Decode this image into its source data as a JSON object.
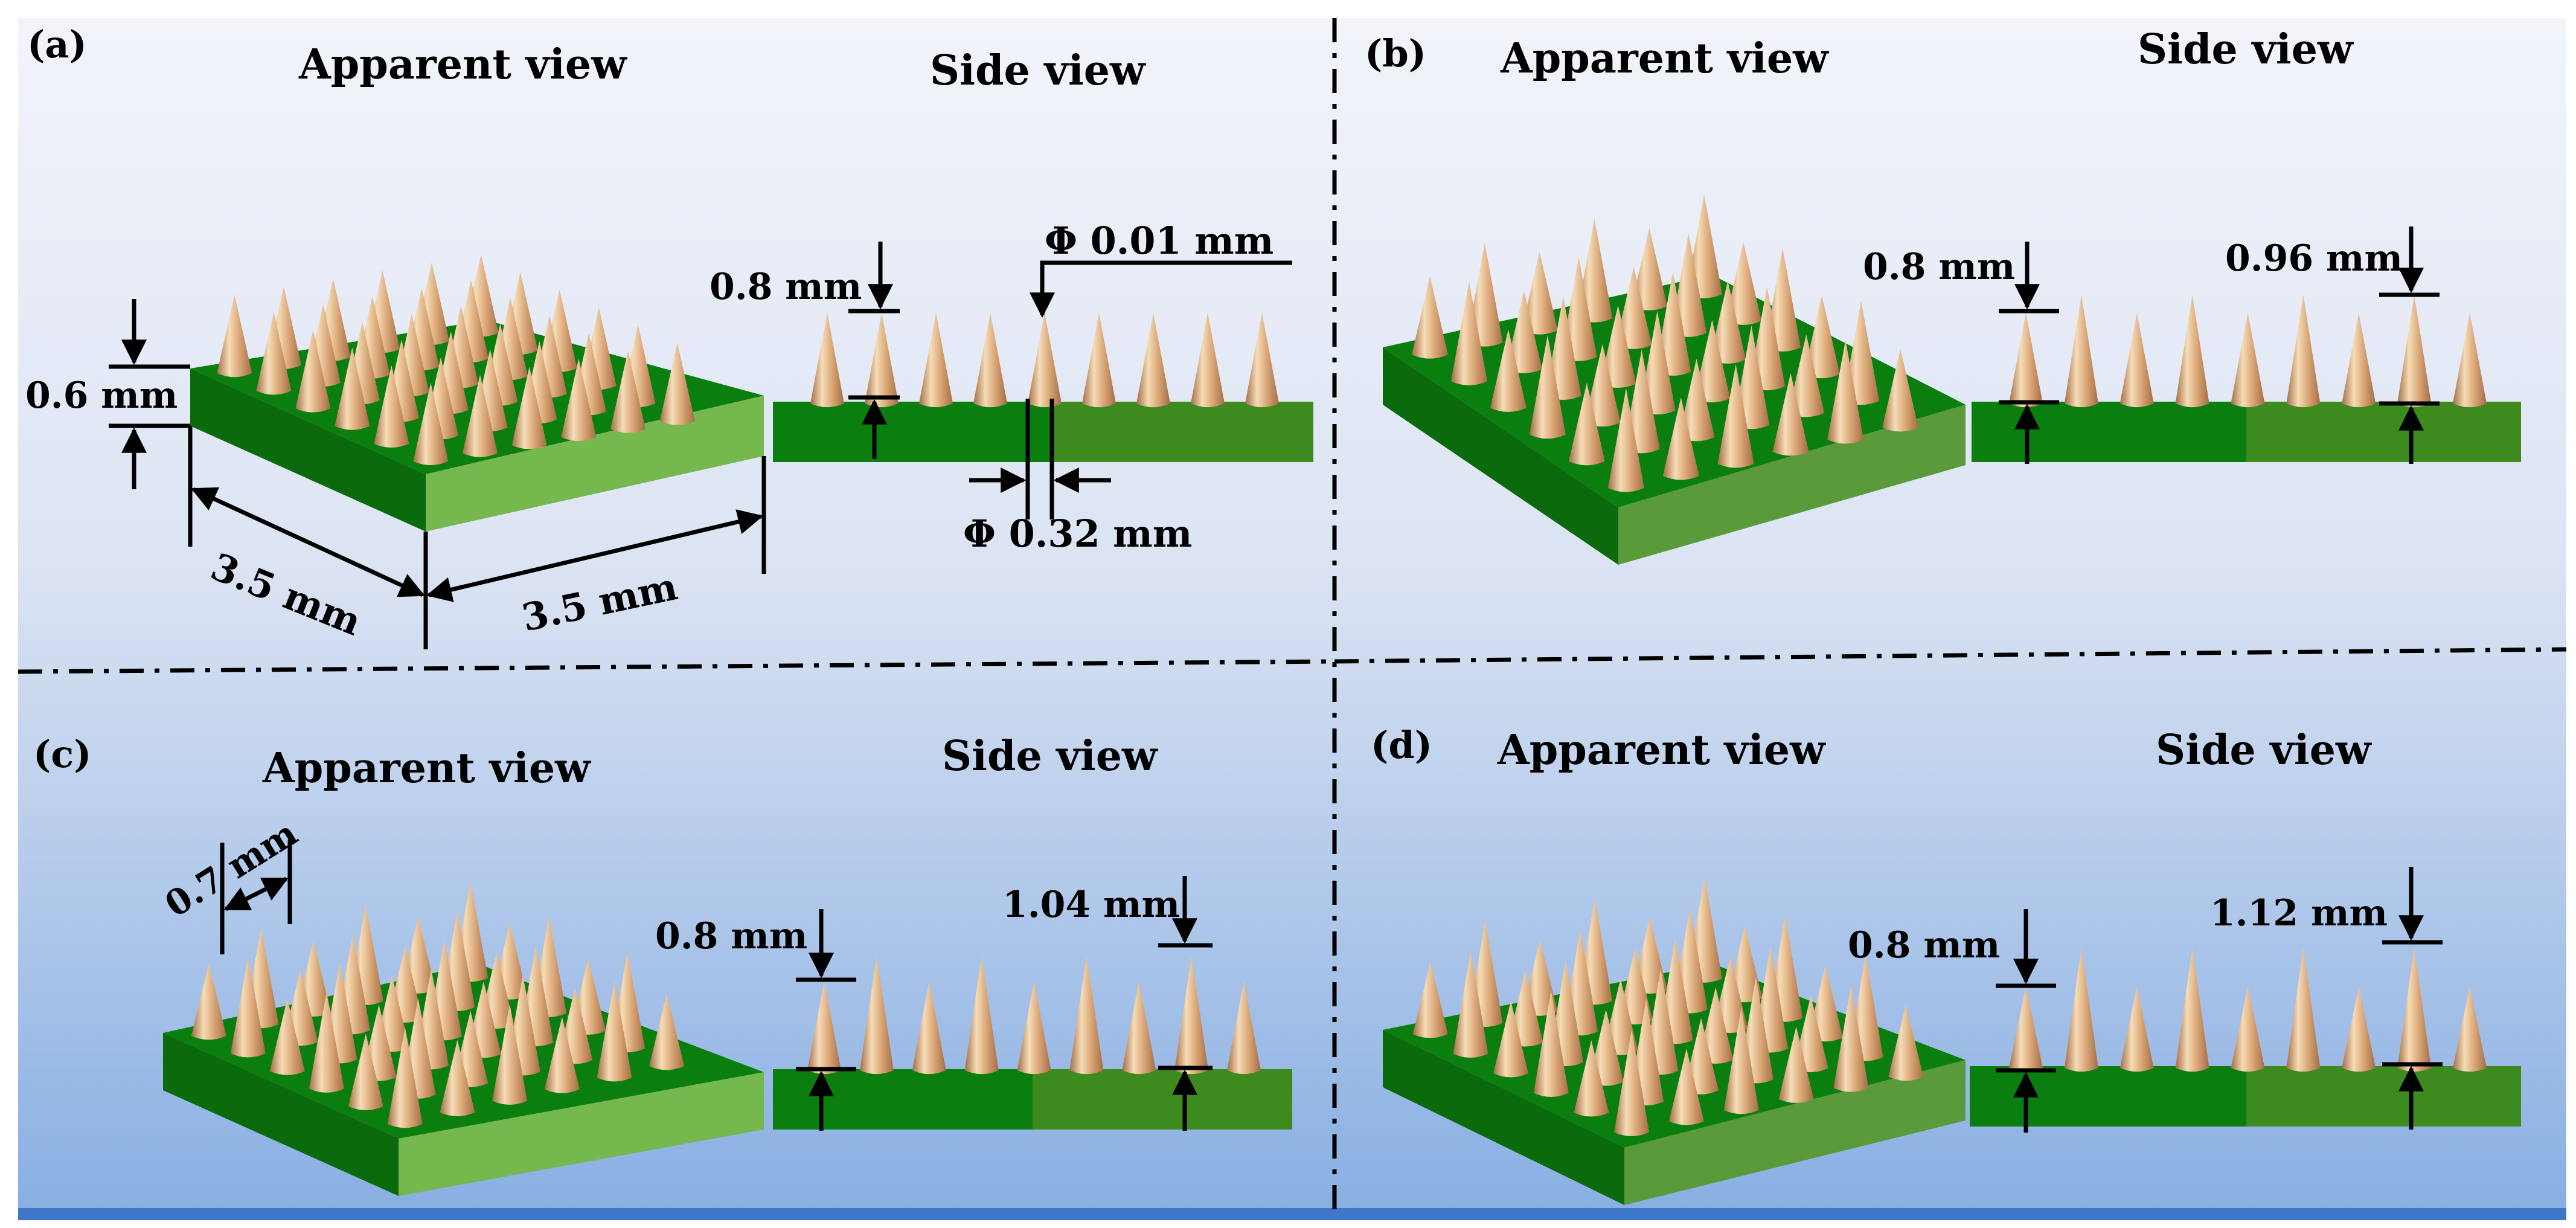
{
  "colors": {
    "bg_top": "#f2f4fa",
    "bg_bottom": "#87aee2",
    "base_top": "#0a7f10",
    "base_front": "#74b84e",
    "base_side": "#0b6a0b",
    "base_side_dark": "#3d8b1f",
    "needle_light": "#f6dcb6",
    "needle_mid": "#d9a575",
    "needle_dark": "#a26d45"
  },
  "panels": [
    {
      "id": "a",
      "label": "(a)",
      "apparent_title": "Apparent view",
      "side_title": "Side view",
      "base_thickness": "0.6 mm",
      "base_width": "3.5 mm",
      "base_depth": "3.5 mm",
      "needle_height": "0.8 mm",
      "tip_diameter": "Φ 0.01 mm",
      "base_diameter": "Φ 0.32 mm"
    },
    {
      "id": "b",
      "label": "(b)",
      "apparent_title": "Apparent view",
      "side_title": "Side view",
      "short_height": "0.8 mm",
      "tall_height": "0.96 mm"
    },
    {
      "id": "c",
      "label": "(c)",
      "apparent_title": "Apparent view",
      "side_title": "Side view",
      "spacing": "0.7 mm",
      "short_height": "0.8 mm",
      "tall_height": "1.04 mm"
    },
    {
      "id": "d",
      "label": "(d)",
      "apparent_title": "Apparent view",
      "side_title": "Side view",
      "short_height": "0.8 mm",
      "tall_height": "1.12 mm"
    }
  ]
}
